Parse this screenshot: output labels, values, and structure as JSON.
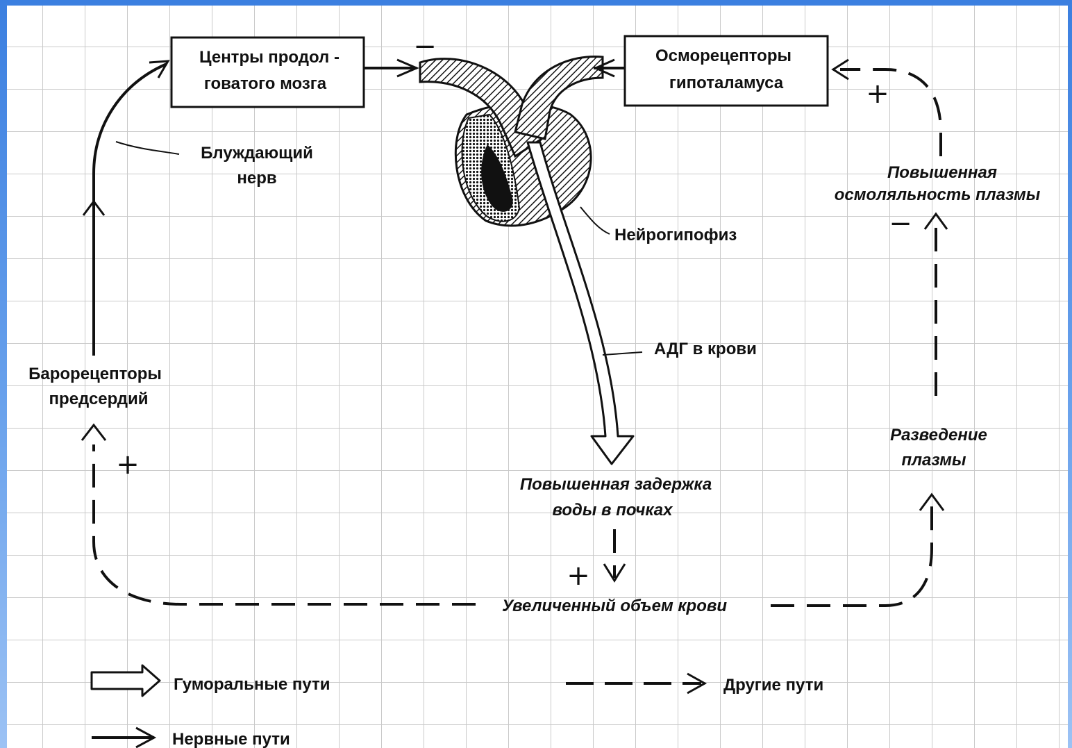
{
  "boxes": {
    "medulla": [
      "Центры продол -",
      "говатого мозга"
    ],
    "osmoreceptors": [
      "Осморецепторы",
      "гипоталамуса"
    ]
  },
  "labels": {
    "vagus": [
      "Блуждающий",
      "нерв"
    ],
    "baroreceptors": [
      "Барорецепторы",
      "предсердий"
    ],
    "neurohypophysis": "Нейрогипофиз",
    "adh_blood": "АДГ в крови",
    "water_retention": [
      "Повышенная задержка",
      "воды в почках"
    ],
    "blood_volume": "Увеличенный объем крови",
    "plasma_dilution": [
      "Разведение",
      "плазмы"
    ],
    "plasma_osmolality": [
      "Повышенная",
      "осмоляльность плазмы"
    ]
  },
  "signs": {
    "medulla_out": "−",
    "osmo_in": "+",
    "osmolality": "−",
    "baro": "+",
    "volume": "+"
  },
  "legend": {
    "humoral": "Гуморальные пути",
    "nervous": "Нервные пути",
    "other": "Другие пути"
  }
}
